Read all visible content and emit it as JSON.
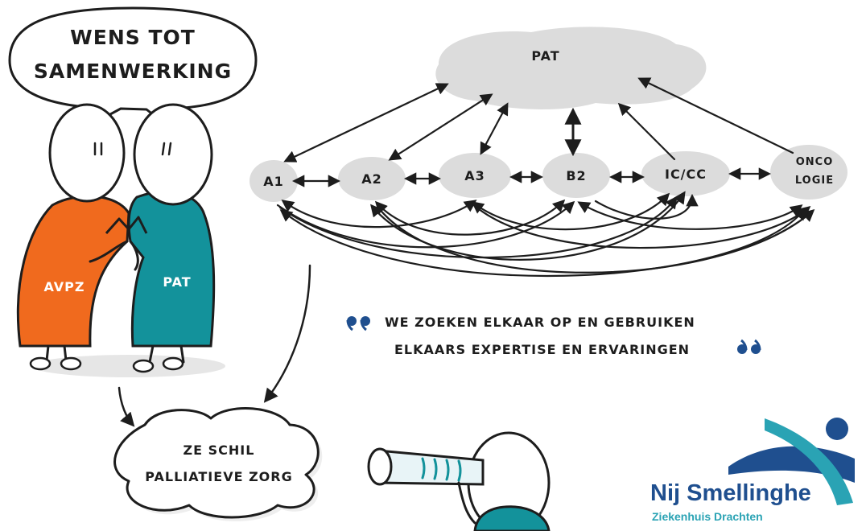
{
  "speech_bubble": {
    "line1": "WENS TOT",
    "line2": "SAMENWERKING"
  },
  "figures": {
    "left_label": "AVPZ",
    "right_label": "PAT"
  },
  "network": {
    "top": "PAT",
    "nodes": [
      "A1",
      "A2",
      "A3",
      "B2",
      "IC/CC"
    ],
    "onco_line1": "ONCO",
    "onco_line2": "LOGIE"
  },
  "quote": {
    "line1": "WE ZOEKEN ELKAAR OP EN GEBRUIKEN",
    "line2": "ELKAARS EXPERTISE EN ERVARINGEN"
  },
  "cloud_bottom": {
    "line1": "ZE SCHIL",
    "line2": "PALLIATIEVE ZORG"
  },
  "logo": {
    "name": "Nij Smellinghe",
    "subtitle": "Ziekenhuis Drachten"
  },
  "colors": {
    "avpz_orange": "#f06a1e",
    "pat_teal": "#13929b",
    "cloud_grey": "#dcdcdc",
    "quote_blue": "#1f4f8f",
    "logo_navy": "#1f4f8f",
    "logo_teal": "#2aa3b4"
  }
}
